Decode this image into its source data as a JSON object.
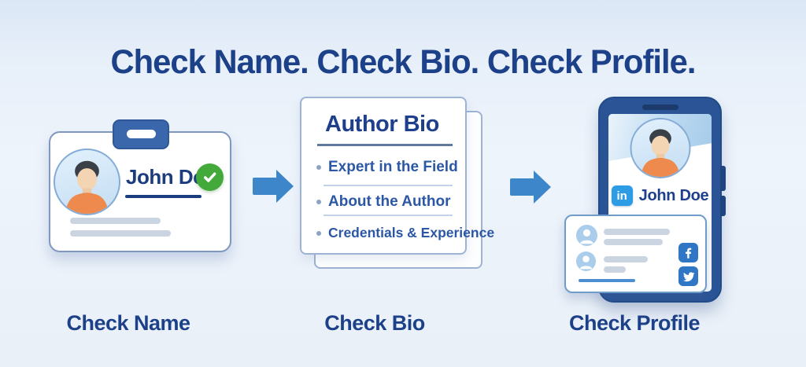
{
  "title": "Check Name. Check Bio. Check Profile.",
  "id_card": {
    "name": "John Doe",
    "caption": "Check Name"
  },
  "bio_doc": {
    "title": "Author Bio",
    "items": [
      "Expert in the Field",
      "About the Author",
      "Credentials & Experience"
    ],
    "caption": "Check Bio"
  },
  "profile": {
    "linkedin_label": "in",
    "name": "John Doe",
    "caption": "Check Profile"
  },
  "colors": {
    "title_navy": "#1d4189",
    "body_blue": "#2b57a5",
    "arrow_blue": "#3e86ca",
    "check_green": "#43a93a",
    "clip_blue": "#3a67ac",
    "phone_frame_blue": "#2a5496",
    "linkedin_blue": "#2d9ce5",
    "social_icon_blue": "#2f76c5",
    "shirt_orange": "#ee8a4d",
    "placeholder_gray": "#cbd4e1"
  }
}
